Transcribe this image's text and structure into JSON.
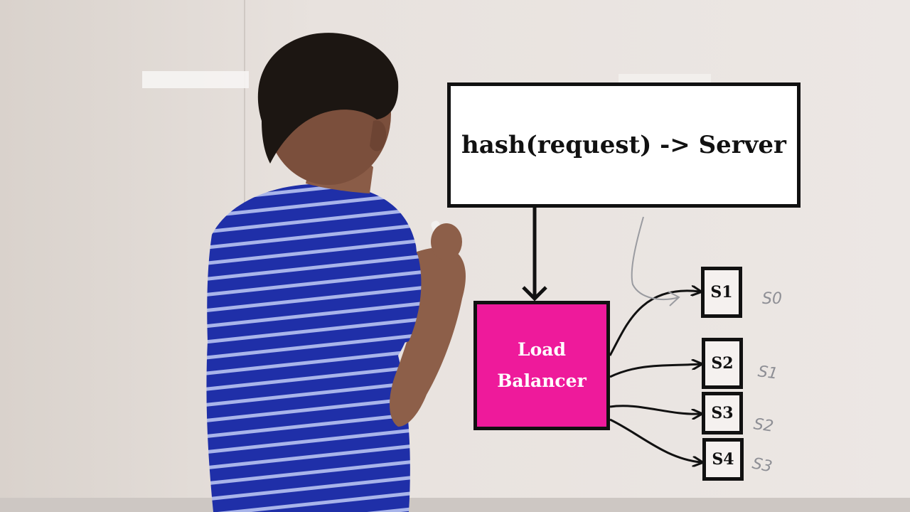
{
  "diagram": {
    "hash_box_label": "hash(request) -> Server",
    "load_balancer_label": "Load\nBalancer",
    "servers": [
      "S1",
      "S2",
      "S3",
      "S4"
    ],
    "handwritten_indices": [
      "S0",
      "S1",
      "S2",
      "S3"
    ]
  },
  "colors": {
    "load_balancer": "#ee1a9b",
    "box_fill": "#ffffff",
    "stroke": "#111111",
    "whiteboard": "#e6e0dc",
    "shirt": "#1f2fa8"
  }
}
